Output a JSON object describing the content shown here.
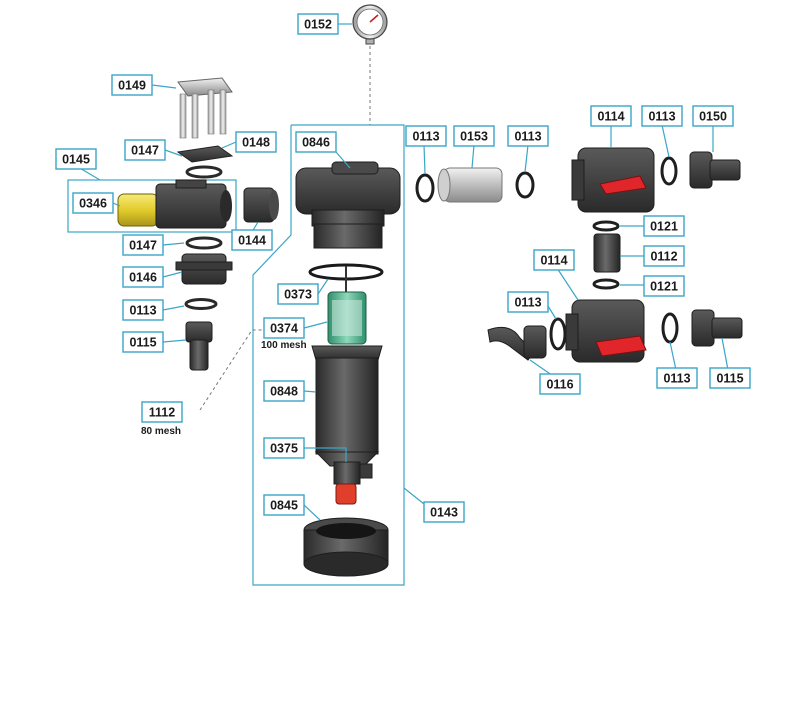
{
  "colors": {
    "accent": "#3aa6c8",
    "handle_red": "#e0262b",
    "cap_yellow": "#e8d23a",
    "plastic_dark": "#3c3c3c",
    "screen_green": "#4fb38f",
    "nozzle_red": "#e0402b"
  },
  "labels": {
    "p0152": "0152",
    "p0149": "0149",
    "p0147a": "0147",
    "p0148": "0148",
    "p0145": "0145",
    "p0346": "0346",
    "p0144": "0144",
    "p0147b": "0147",
    "p0146": "0146",
    "p0113a": "0113",
    "p0115a": "0115",
    "p0846": "0846",
    "p0373": "0373",
    "p0374": "0374",
    "p0848": "0848",
    "p1112": "1112",
    "p0375": "0375",
    "p0845": "0845",
    "p0143": "0143",
    "p0113b": "0113",
    "p0153": "0153",
    "p0113c": "0113",
    "p0114a": "0114",
    "p0113d": "0113",
    "p0150": "0150",
    "p0121a": "0121",
    "p0112": "0112",
    "p0114b": "0114",
    "p0121b": "0121",
    "p0113e": "0113",
    "p0116": "0116",
    "p0113f": "0113",
    "p0115b": "0115"
  },
  "notes": {
    "mesh_100": "100 mesh",
    "mesh_80": "80 mesh"
  }
}
